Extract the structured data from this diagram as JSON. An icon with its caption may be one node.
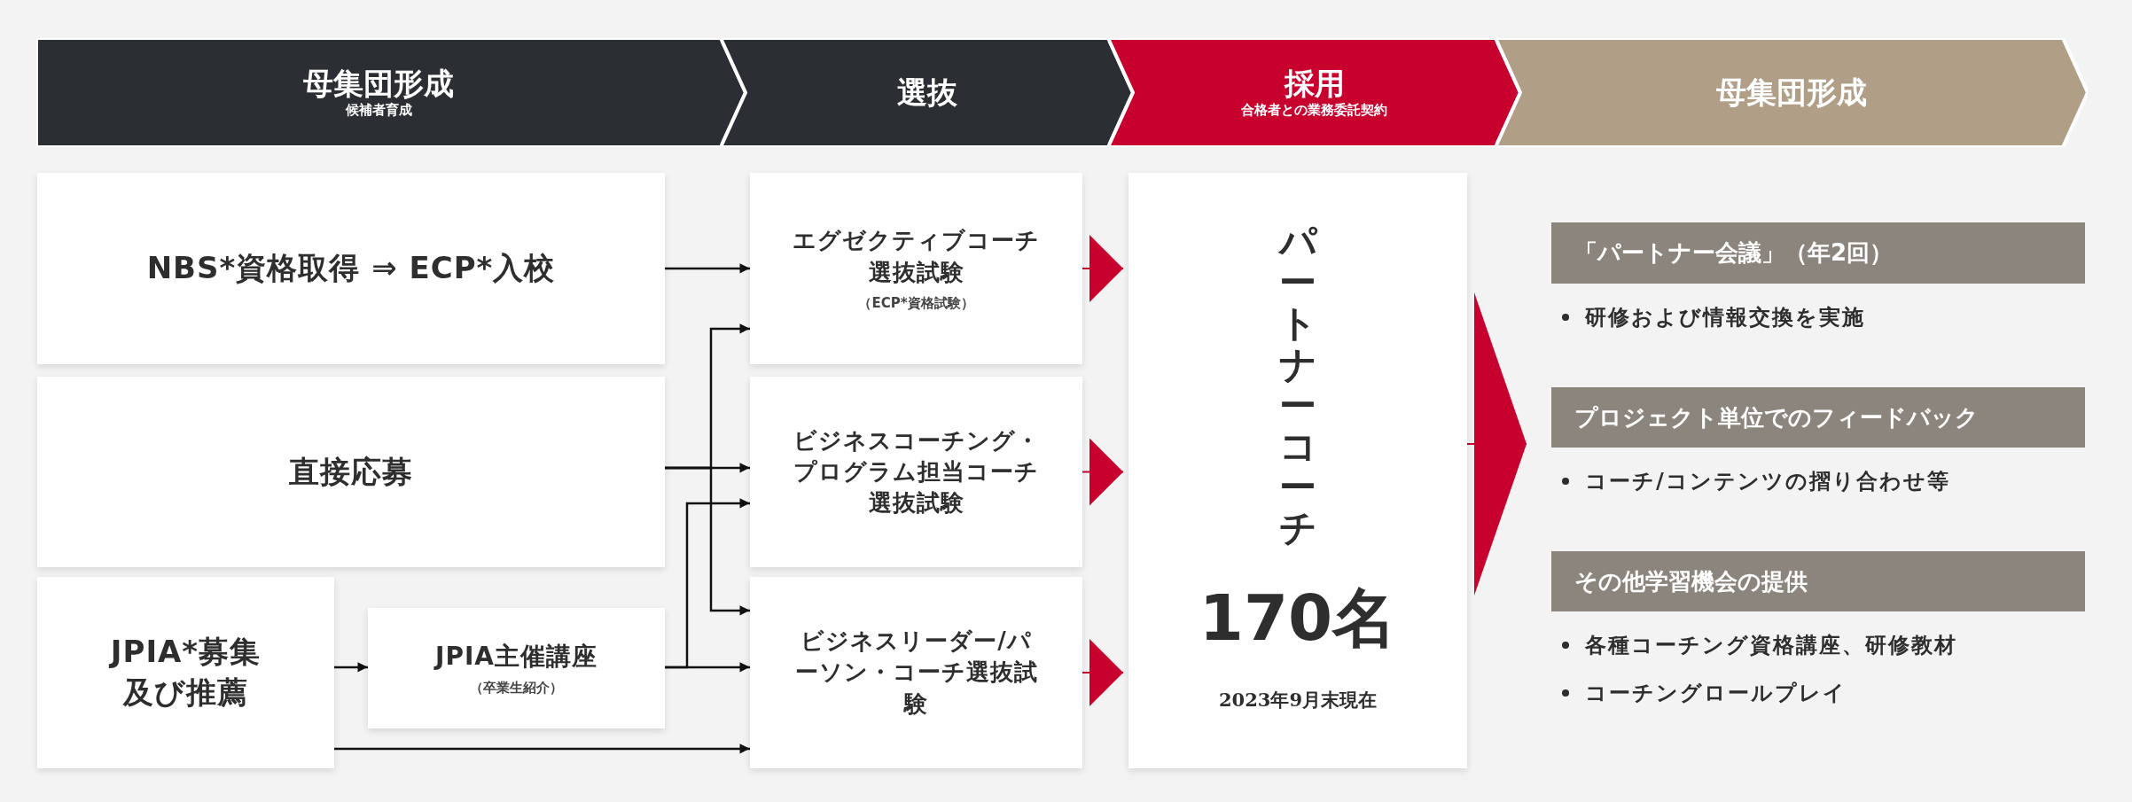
{
  "diagram": {
    "nodes": [
      {
        "text": [
          "母集団形成",
          "候補者育成"
        ]
      },
      {
        "text": [
          "選抜"
        ]
      },
      {
        "text": [
          "採用",
          "合格者との業務委託契約"
        ]
      },
      {
        "text": [
          "母集団形成"
        ]
      },
      {
        "text": [
          "NBS*資格取得 ⇒ ECP*入校"
        ]
      },
      {
        "text": [
          "直接応募"
        ]
      },
      {
        "text": [
          "JPIA*募集及び推薦"
        ]
      },
      {
        "text": [
          "JPIA主催講座",
          "（卒業生紹介）"
        ]
      },
      {
        "text": [
          "エグゼクティブコーチ選抜試験",
          "（ECP*資格試験）"
        ]
      },
      {
        "text": [
          "ビジネスコーチング・プログラム担当コーチ選抜試験"
        ]
      },
      {
        "text": [
          "ビジネスリーダー/パーソン・コーチ選抜試験"
        ]
      },
      {
        "text": [
          "パートナーコーチ",
          "170名",
          "2023年9月末現在"
        ]
      },
      {
        "text": [
          "「パートナー会議」（年2回）"
        ],
        "beside": [
          "研修および情報交換を実施"
        ]
      },
      {
        "text": [
          "プロジェクト単位でのフィードバック"
        ],
        "beside": [
          "コーチ/コンテンツの摺り合わせ等"
        ]
      },
      {
        "text": [
          "その他学習機会の提供"
        ],
        "beside": [
          "各種コーチング資格講座、研修教材",
          "コーチングロールプレイ"
        ]
      }
    ],
    "edges": [
      {
        "from": 4,
        "to": 8,
        "arrow": "to"
      },
      {
        "from": 5,
        "to": 9,
        "arrow": "to"
      },
      {
        "from": 5,
        "to": 8,
        "arrow": "to"
      },
      {
        "from": 5,
        "to": 10,
        "arrow": "to"
      },
      {
        "from": 7,
        "to": 10,
        "arrow": "to"
      },
      {
        "from": 7,
        "to": 9,
        "arrow": "to"
      },
      {
        "from": 6,
        "to": 7,
        "arrow": "to"
      },
      {
        "from": 6,
        "to": 10,
        "arrow": "to"
      },
      {
        "from": 8,
        "to": 11,
        "arrow": "to",
        "color": "#c8002d"
      },
      {
        "from": 9,
        "to": 11,
        "arrow": "to",
        "color": "#c8002d"
      },
      {
        "from": 10,
        "to": 11,
        "arrow": "to",
        "color": "#c8002d"
      },
      {
        "from": 11,
        "to": 13,
        "arrow": "to",
        "color": "#c8002d"
      }
    ]
  }
}
